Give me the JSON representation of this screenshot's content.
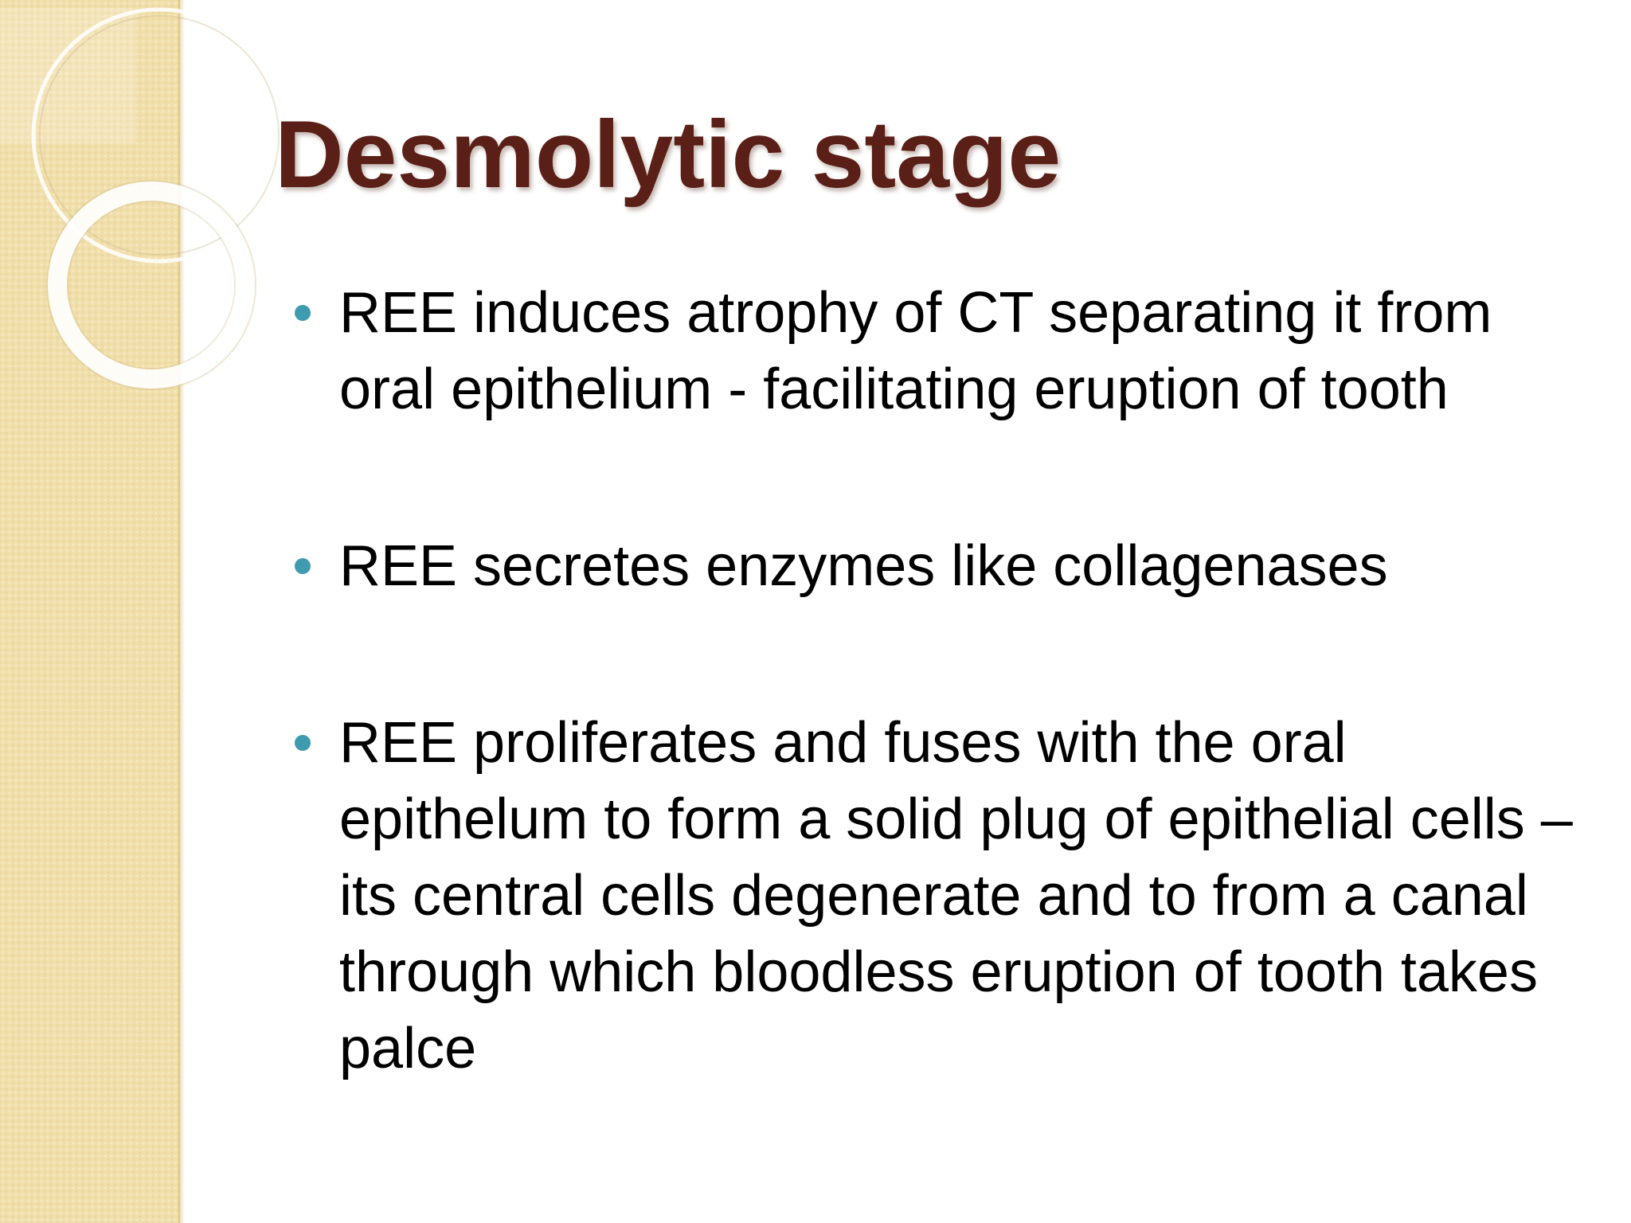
{
  "slide": {
    "title": "Desmolytic stage",
    "bullets": [
      {
        "text": "REE induces atrophy of CT separating it from oral epithelium - facilitating eruption of tooth"
      },
      {
        "text": "REE secretes enzymes like collagenases"
      },
      {
        "text": "REE proliferates and fuses with the oral epithelum to form a solid plug of epithelial cells – its central cells degenerate and to from a canal through which bloodless eruption of tooth takes palce"
      }
    ]
  },
  "colors": {
    "title": "#5a1f16",
    "bullet_marker": "#3f9bb0",
    "side_band": "#f1dfab",
    "body_text": "#000000"
  },
  "icons": {
    "bullet_marker": "dot-bullet-icon",
    "decoration": "ring-decoration-icon"
  }
}
